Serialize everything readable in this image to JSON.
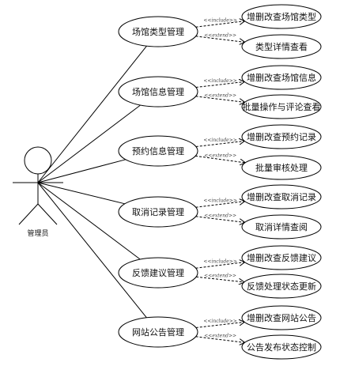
{
  "actor": {
    "label": "管理员"
  },
  "main_use_cases": [
    {
      "label": "场馆类型管理",
      "include": {
        "stereotype": "<<include>>",
        "target": "增删改查场馆类型"
      },
      "extend": {
        "stereotype": "<<extend>>",
        "target": "类型详情查看"
      }
    },
    {
      "label": "场馆信息管理",
      "include": {
        "stereotype": "<<include>>",
        "target": "增删改查场馆信息"
      },
      "extend": {
        "stereotype": "<<extend>>",
        "target": "批量操作与评论查看"
      }
    },
    {
      "label": "预约信息管理",
      "include": {
        "stereotype": "<<include>>",
        "target": "增删改查预约记录"
      },
      "extend": {
        "stereotype": "<<extend>>",
        "target": "批量审核处理"
      }
    },
    {
      "label": "取消记录管理",
      "include": {
        "stereotype": "<<include>>",
        "target": "增删改查取消记录"
      },
      "extend": {
        "stereotype": "<<extend>>",
        "target": "取消详情查阅"
      }
    },
    {
      "label": "反馈建议管理",
      "include": {
        "stereotype": "<<include>>",
        "target": "增删改查反馈建议"
      },
      "extend": {
        "stereotype": "<<extend>>",
        "target": "反馈处理状态更新"
      }
    },
    {
      "label": "网站公告管理",
      "include": {
        "stereotype": "<<include>>",
        "target": "增删改查网站公告"
      },
      "extend": {
        "stereotype": "<<extend>>",
        "target": "公告发布状态控制"
      }
    }
  ],
  "colors": {
    "stroke": "#000000",
    "background": "#ffffff"
  }
}
